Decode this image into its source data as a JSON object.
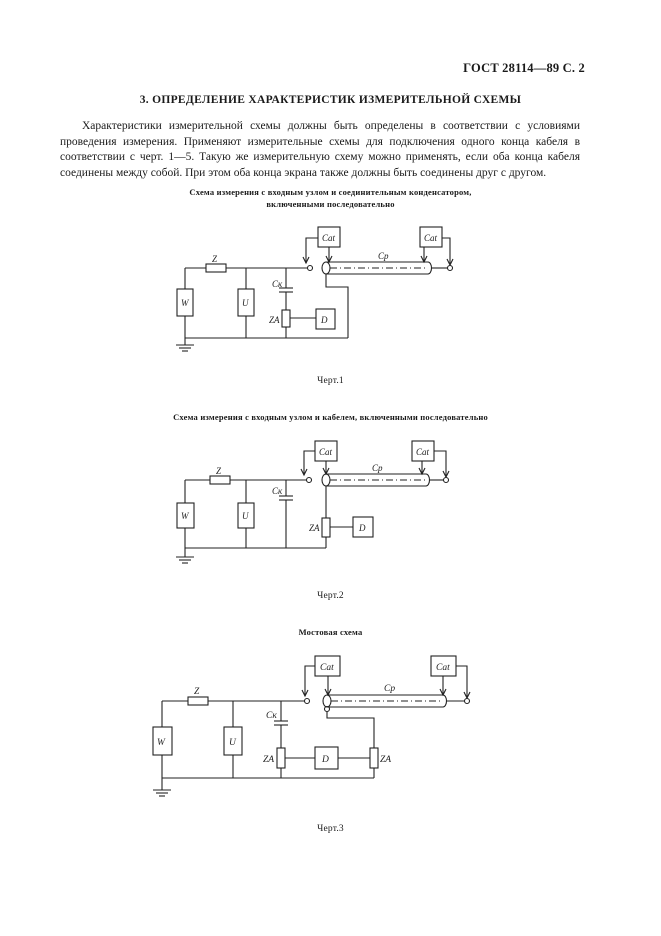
{
  "header": {
    "doc_ref": "ГОСТ 28114—89 С. 2"
  },
  "section": {
    "title": "3. ОПРЕДЕЛЕНИЕ ХАРАКТЕРИСТИК ИЗМЕРИТЕЛЬНОЙ СХЕМЫ"
  },
  "paragraph": {
    "text": "Характеристики измерительной схемы должны быть определены в соответствии с условиями проведения измерения. Применяют измерительные схемы для подключения одного конца кабеля в соответствии с черт. 1—5. Такую же измерительную схему можно применять, если оба конца кабеля соединены между собой. При этом оба конца экрана также должны быть соединены друг с другом."
  },
  "figures": [
    {
      "caption_line1": "Схема измерения с входным узлом и соединительным конденсатором,",
      "caption_line2": "включенными последовательно",
      "label": "Черт.1",
      "labels": {
        "z": "Z",
        "w": "W",
        "u": "U",
        "ck": "Cк",
        "za": "ZA",
        "d": "D",
        "cat1": "Cat",
        "cat2": "Cat",
        "cp": "Cp"
      }
    },
    {
      "caption_line1": "Схема измерения с входным узлом и кабелем, включенными последовательно",
      "caption_line2": "",
      "label": "Черт.2",
      "labels": {
        "z": "Z",
        "w": "W",
        "u": "U",
        "ck": "Cк",
        "za": "ZA",
        "d": "D",
        "cat1": "Cat",
        "cat2": "Cat",
        "cp": "Cp"
      }
    },
    {
      "caption_line1": "Мостовая схема",
      "caption_line2": "",
      "label": "Черт.3",
      "labels": {
        "z": "Z",
        "w": "W",
        "u": "U",
        "ck": "Cк",
        "za1": "ZA",
        "za2": "ZA",
        "d": "D",
        "cat1": "Cat",
        "cat2": "Cat",
        "cp": "Cp"
      }
    }
  ]
}
